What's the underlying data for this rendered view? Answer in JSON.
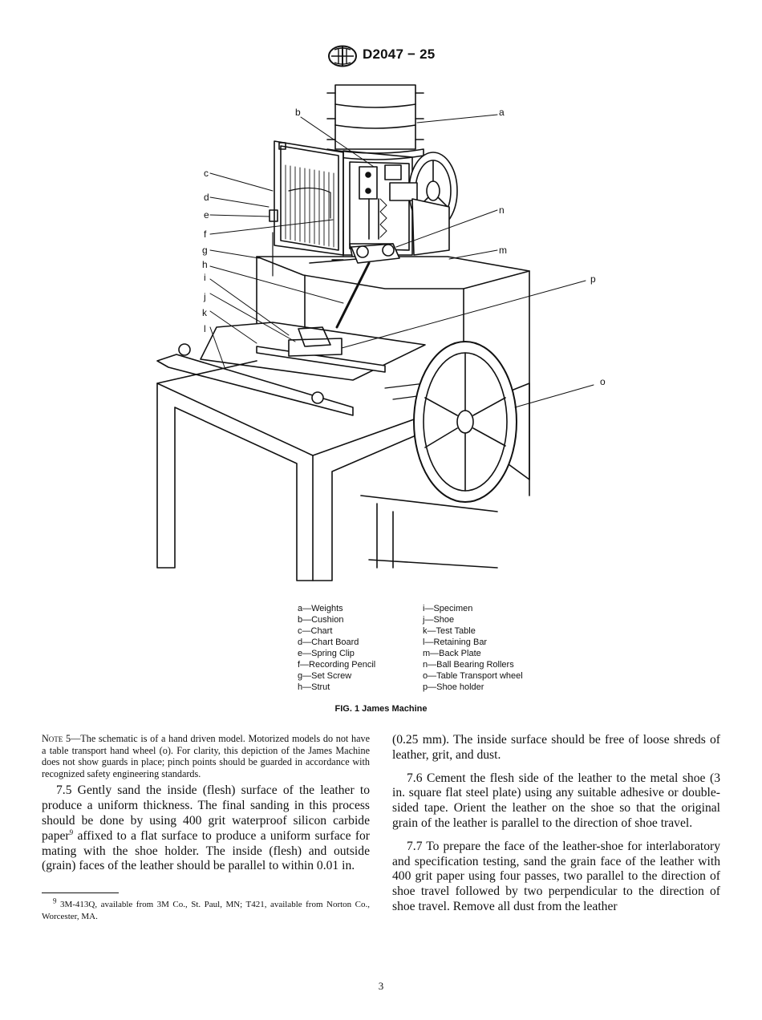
{
  "header": {
    "logo_icon": "astm-logo-icon",
    "designation": "D2047 − 25"
  },
  "figure": {
    "callouts": [
      "a",
      "b",
      "c",
      "d",
      "e",
      "f",
      "g",
      "h",
      "i",
      "j",
      "k",
      "l",
      "m",
      "n",
      "o",
      "p"
    ]
  },
  "legend": {
    "left": [
      "a—Weights",
      "b—Cushion",
      "c—Chart",
      "d—Chart Board",
      "e—Spring Clip",
      "f—Recording Pencil",
      "g—Set Screw",
      "h—Strut"
    ],
    "right": [
      "i—Specimen",
      "j—Shoe",
      "k—Test Table",
      "l—Retaining Bar",
      "m—Back Plate",
      "n—Ball Bearing Rollers",
      "o—Table Transport wheel",
      "p—Shoe holder"
    ]
  },
  "caption": "FIG. 1 James Machine",
  "note": {
    "label": "Note 5",
    "text": "—The schematic is of a hand driven model. Motorized models do not have a table transport hand wheel (o). For clarity, this depiction of the James Machine does not show guards in place; pinch points should be guarded in accordance with recognized safety engineering standards."
  },
  "para_7_5": {
    "text_a": "7.5 Gently sand the inside (flesh) surface of the leather to produce a uniform thickness. The final sanding in this process should be done by using 400 grit waterproof silicon carbide paper",
    "footnote_ref": "9",
    "text_b": " affixed to a flat surface to produce a uniform surface for mating with the shoe holder. The inside (flesh) and outside (grain) faces of the leather should be parallel to within 0.01 in.",
    "continuation": "(0.25 mm). The inside surface should be free of loose shreds of leather, grit, and dust."
  },
  "para_7_6": "7.6 Cement the flesh side of the leather to the metal shoe (3 in. square flat steel plate) using any suitable adhesive or double-sided tape. Orient the leather on the shoe so that the original grain of the leather is parallel to the direction of shoe travel.",
  "para_7_7": "7.7 To prepare the face of the leather-shoe for interlaboratory and specification testing, sand the grain face of the leather with 400 grit paper using four passes, two parallel to the direction of shoe travel followed by two perpendicular to the direction of shoe travel. Remove all dust from the leather",
  "footnote": {
    "number": "9",
    "text": " 3M-413Q, available from 3M Co., St. Paul, MN; T421, available from Norton Co., Worcester, MA."
  },
  "page_number": "3"
}
